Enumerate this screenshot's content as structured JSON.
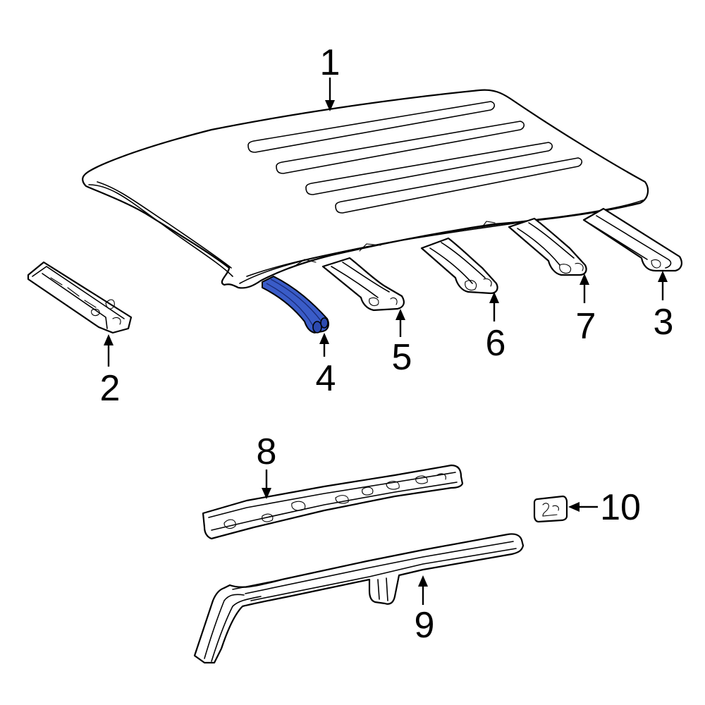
{
  "callouts": [
    {
      "id": "1",
      "text": "1"
    },
    {
      "id": "2",
      "text": "2"
    },
    {
      "id": "3",
      "text": "3"
    },
    {
      "id": "4",
      "text": "4"
    },
    {
      "id": "5",
      "text": "5"
    },
    {
      "id": "6",
      "text": "6"
    },
    {
      "id": "7",
      "text": "7"
    },
    {
      "id": "8",
      "text": "8"
    },
    {
      "id": "9",
      "text": "9"
    },
    {
      "id": "10",
      "text": "10"
    }
  ],
  "colors": {
    "highlight": "#3a5cc8",
    "line": "#000000",
    "background": "#ffffff"
  },
  "highlighted_part": "4"
}
